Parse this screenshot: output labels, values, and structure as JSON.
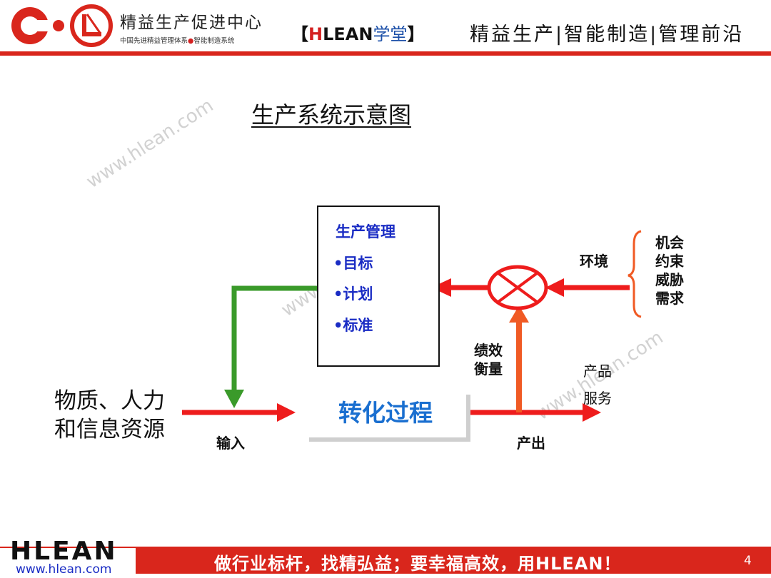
{
  "header": {
    "org_name": "精益生产促进中心",
    "org_sub_left": "中国先进精益管理体系",
    "org_sub_dot": "●",
    "org_sub_right": "智能制造系统",
    "brand_open": "【",
    "brand_h": "H",
    "brand_rest": "LEAN",
    "brand_suffix": "学堂",
    "brand_close": "】",
    "tagline": "精益生产|智能制造|管理前沿"
  },
  "title": "生产系统示意图",
  "watermarks": [
    "www.hlean.com",
    "www.hlean.com",
    "www.hlean.com"
  ],
  "management": {
    "heading": "生产管理",
    "items": [
      "•目标",
      "•计划",
      "•标准"
    ]
  },
  "process": {
    "label": "转化过程"
  },
  "inputs": {
    "line1": "物质、人力",
    "line2": "和信息资源"
  },
  "labels": {
    "input": "输入",
    "output": "产出",
    "performance_line1": "绩效",
    "performance_line2": "衡量",
    "environment": "环境",
    "outputs_line1": "产品",
    "outputs_line2": "服务"
  },
  "environment_factors": [
    "机会",
    "约束",
    "威胁",
    "需求"
  ],
  "colors": {
    "brand_red": "#d9261c",
    "arrow_red": "#ee1c1c",
    "arrow_green": "#3a9a2a",
    "arrow_orange": "#f05a24",
    "text_blue": "#1a2cc4",
    "process_blue": "#1a6fd0"
  },
  "footer": {
    "logo": "HLEAN",
    "url": "www.hlean.com",
    "slogan": "做行业标杆，找精弘益；要幸福高效，用HLEAN！",
    "page_number": "4"
  }
}
